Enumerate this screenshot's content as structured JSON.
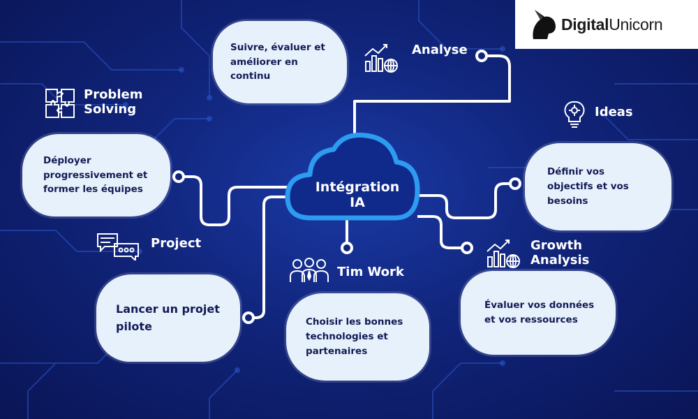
{
  "brand": {
    "name_bold": "Digital",
    "name_rest": "Unicorn",
    "logo_icon": "unicorn-head-icon"
  },
  "center": {
    "line1": "Intégration",
    "line2": "IA"
  },
  "nodes": {
    "analyse": {
      "label": "Analyse",
      "text": [
        "Suivre, évaluer et",
        "améliorer en",
        "continu"
      ],
      "icon": "bar-chart-globe-icon"
    },
    "problem_solving": {
      "label1": "Problem",
      "label2": "Solving",
      "text": [
        "Déployer",
        "progressivement et",
        "former les équipes"
      ],
      "icon": "puzzle-icon"
    },
    "ideas": {
      "label": "Ideas",
      "text": [
        "Définir vos",
        "objectifs et vos",
        "besoins"
      ],
      "icon": "lightbulb-gear-icon"
    },
    "project": {
      "label": "Project",
      "text": [
        "Lancer un projet",
        "pilote"
      ],
      "icon": "chat-bubbles-icon"
    },
    "tim_work": {
      "label": "Tim Work",
      "text": [
        "Choisir les bonnes",
        "technologies et",
        "partenaires"
      ],
      "icon": "team-icon"
    },
    "growth_analysis": {
      "label1": "Growth",
      "label2": "Analysis",
      "text": [
        "Évaluer vos données",
        "et vos ressources"
      ],
      "icon": "bar-chart-globe-icon"
    }
  },
  "colors": {
    "background": "#10247a",
    "bubble": "#e7f1fb",
    "bubble_text": "#121b55",
    "cloud_stroke": "#2c9bf0",
    "line": "#ffffff"
  }
}
